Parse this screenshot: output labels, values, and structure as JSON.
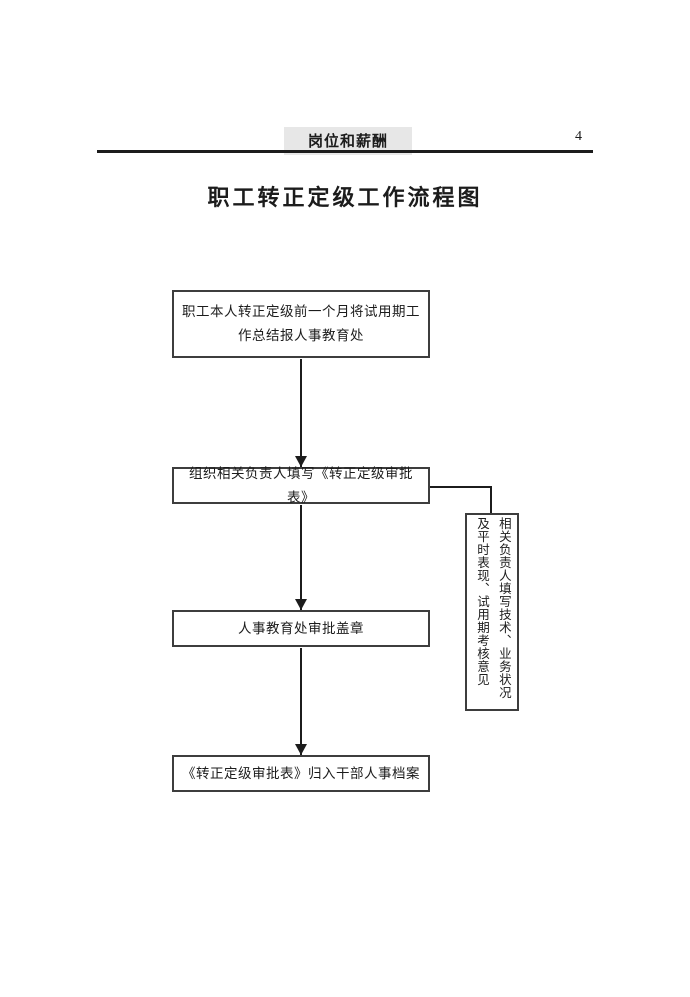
{
  "header": {
    "section_title": "岗位和薪酬",
    "page_number": "4"
  },
  "flowchart": {
    "title": "职工转正定级工作流程图",
    "steps": [
      {
        "text": "职工本人转正定级前一个月将试用期工作总结报人事教育处"
      },
      {
        "text": "组织相关负责人填写《转正定级审批表》"
      },
      {
        "text": "人事教育处审批盖章"
      },
      {
        "text": "《转正定级审批表》归入干部人事档案"
      }
    ],
    "side_note": {
      "columns": [
        "相关负责人填写技术、业务状况",
        "及平时表现、试用期考核意见"
      ]
    },
    "colors": {
      "ink": "#1c1c1c",
      "box_border": "#3d3d3d",
      "header_band_bg": "#e7e7e7"
    }
  }
}
